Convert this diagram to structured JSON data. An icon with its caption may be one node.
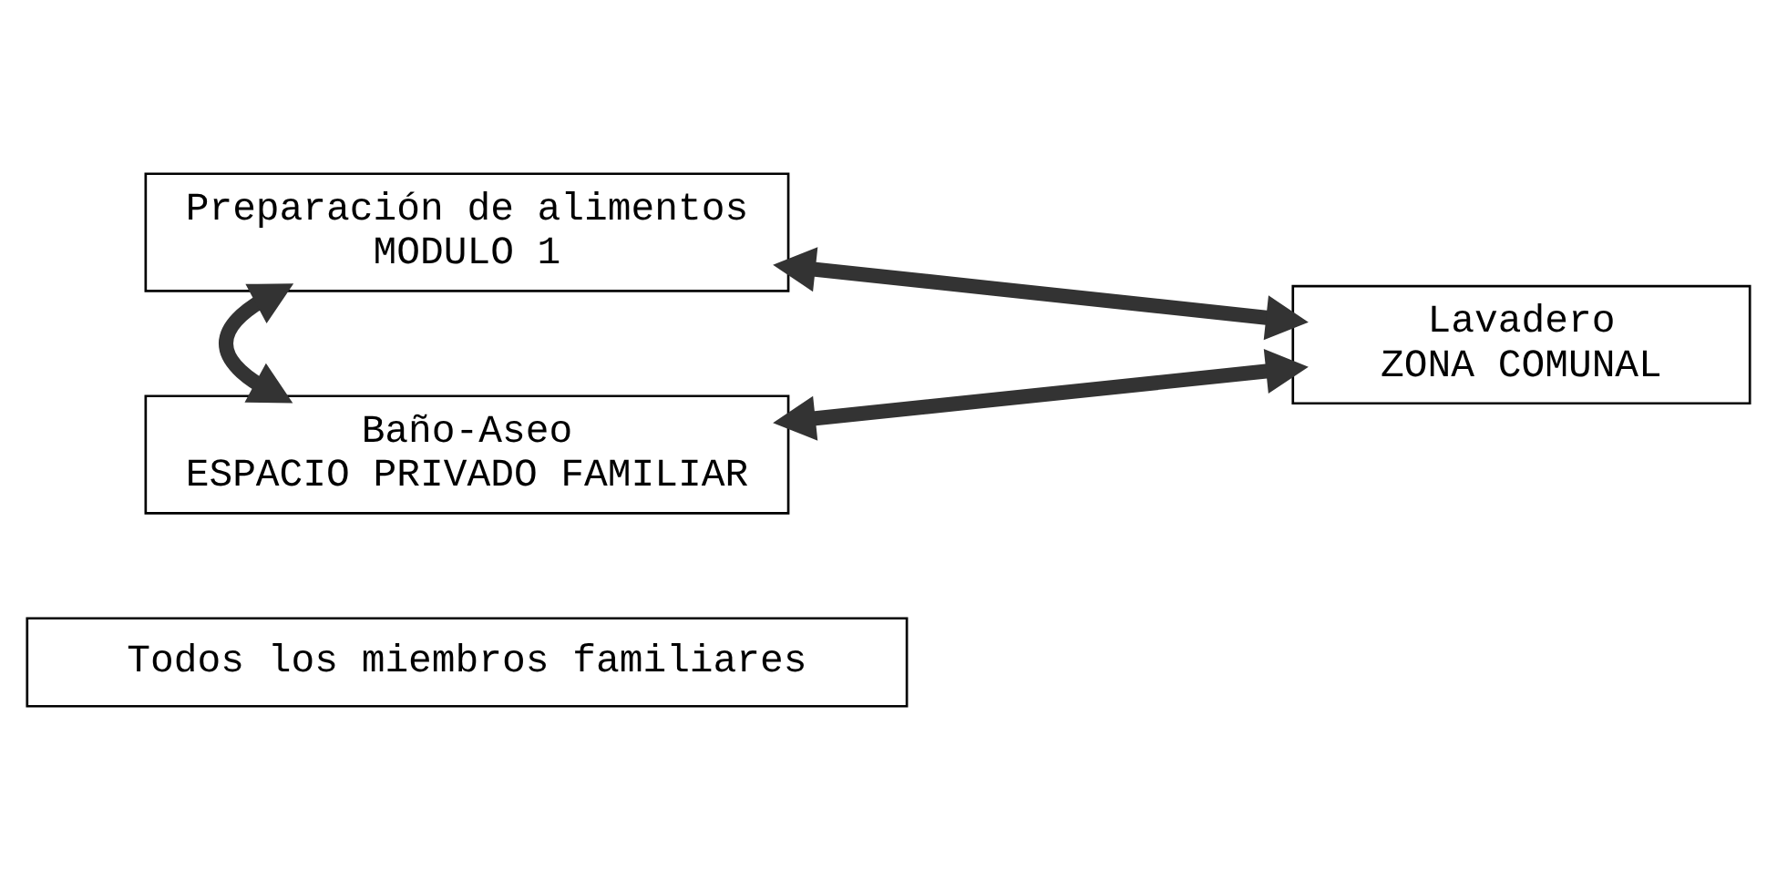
{
  "diagram": {
    "nodes": [
      {
        "text": [
          "Preparación de alimentos",
          "MODULO 1"
        ]
      },
      {
        "text": [
          "Lavadero",
          "ZONA COMUNAL"
        ]
      },
      {
        "text": [
          "Baño-Aseo",
          "ESPACIO PRIVADO FAMILIAR"
        ]
      },
      {
        "text": [
          "Todos los miembros familiares"
        ]
      }
    ],
    "edges": [
      {
        "from": 0,
        "to": 2,
        "arrow": "both"
      },
      {
        "from": 0,
        "to": 1,
        "arrow": "both"
      },
      {
        "from": 2,
        "to": 1,
        "arrow": "both"
      }
    ]
  }
}
